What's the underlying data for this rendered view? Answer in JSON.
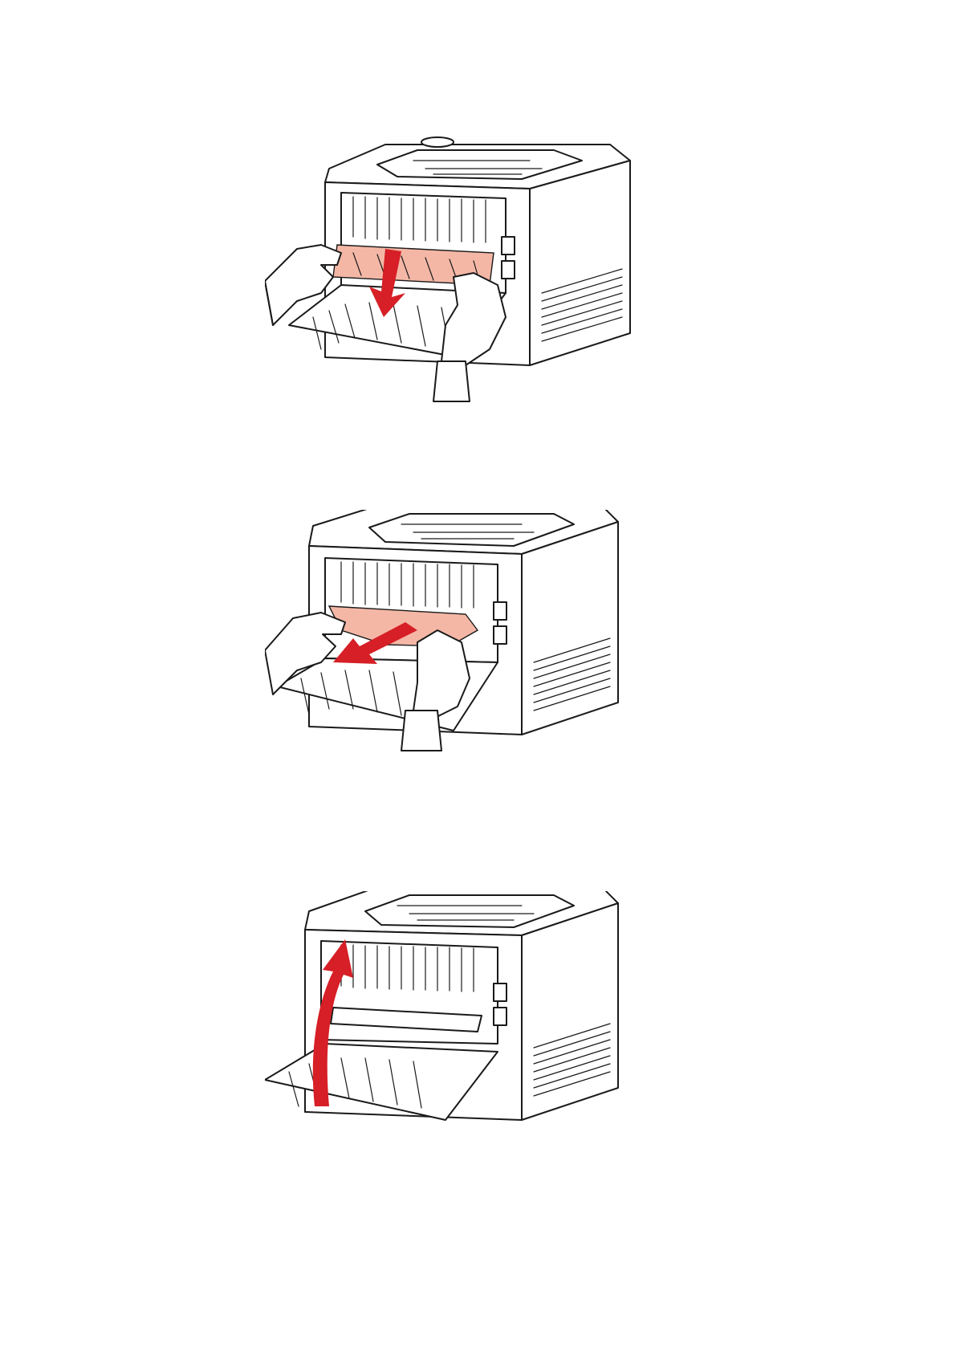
{
  "page": {
    "background": "#ffffff"
  },
  "figures": [
    {
      "id": "step-1",
      "subject": "printer-rear-open-pull-duplex-unit",
      "arrow_direction": "down",
      "arrow_color": "#d61f26",
      "highlight_color": "#f4b7a6"
    },
    {
      "id": "step-2",
      "subject": "printer-rear-open-remove-jammed-paper",
      "arrow_direction": "down-left",
      "arrow_color": "#d61f26",
      "highlight_color": "#f4b7a6"
    },
    {
      "id": "step-3",
      "subject": "printer-rear-close-cover",
      "arrow_direction": "up",
      "arrow_color": "#d61f26"
    }
  ]
}
